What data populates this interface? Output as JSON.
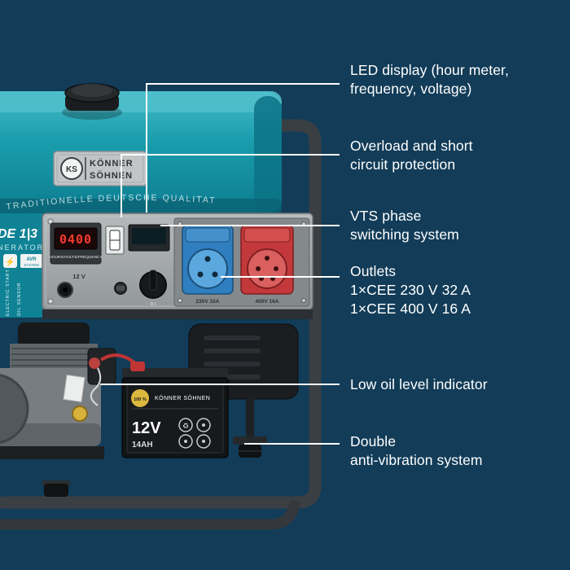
{
  "theme": {
    "bg": "#123c58",
    "text": "#ffffff",
    "line": "#ffffff",
    "tank-teal": "#1a9dae",
    "socket-blue": "#2f7fc0",
    "socket-red": "#c3393b",
    "display-red": "#ff3b30",
    "accent-yellow": "#dcb83e"
  },
  "annotations": [
    {
      "id": "led-display",
      "lines": [
        "LED display (hour meter,",
        "frequency, voltage)"
      ]
    },
    {
      "id": "overload-protection",
      "lines": [
        "Overload and short",
        "circuit protection"
      ]
    },
    {
      "id": "vts-phase",
      "lines": [
        "VTS phase",
        "switching system"
      ]
    },
    {
      "id": "outlets",
      "lines": [
        "Outlets",
        "1×CEE 230 V 32 A",
        "1×CEE 400 V 16 A"
      ]
    },
    {
      "id": "low-oil",
      "lines": [
        "Low oil level indicator"
      ]
    },
    {
      "id": "anti-vibration",
      "lines": [
        "Double",
        "anti-vibration system"
      ]
    }
  ],
  "generator": {
    "brand_line1": "KÖNNER",
    "brand_line2": "SÖHNEN",
    "brand_monogram": "KS",
    "tank_slogan": "TRADITIONELLE DEUTSCHE QUALITAT",
    "model_fragment": "DE 1|3",
    "model_fragment2": "NERATOR",
    "panel": {
      "display_value": "0400",
      "display_caption": "HOURS/VOLTS/FREQUENCY",
      "dc_label": "12 V",
      "switch_caption": "0    I",
      "socket_230_label": "230V 32A",
      "socket_400_label": "400V 16A"
    },
    "badges": {
      "avr_line1": "AVR",
      "avr_line2": "SYSTEM",
      "electric_start": "ELECTRIC START",
      "oil_sensor": "OIL SENSOR",
      "electric_start_glyph": "⚡"
    },
    "battery": {
      "badge": "100 %",
      "brand": "KÖNNER SÖHNEN",
      "voltage": "12V",
      "capacity": "14AH",
      "recycle_glyph": "♻"
    }
  }
}
